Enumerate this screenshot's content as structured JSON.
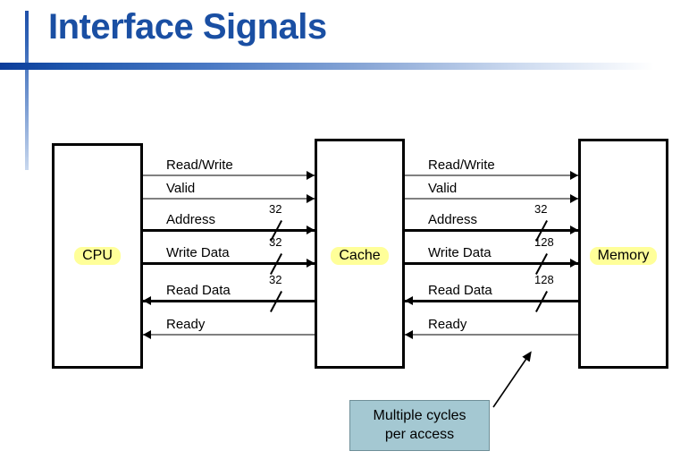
{
  "slide": {
    "title": "Interface Signals",
    "accent_color": "#1a4fa3",
    "highlight_color": "#ffff99"
  },
  "blocks": [
    {
      "id": "cpu",
      "label": "CPU",
      "highlighted": true
    },
    {
      "id": "cache",
      "label": "Cache",
      "highlighted": true
    },
    {
      "id": "memory",
      "label": "Memory",
      "highlighted": true
    }
  ],
  "left_bus": {
    "from": "CPU",
    "to": "Cache",
    "signals": [
      {
        "name": "Read/Write",
        "direction": "right",
        "width": "",
        "weight": "thin"
      },
      {
        "name": "Valid",
        "direction": "right",
        "width": "",
        "weight": "thin"
      },
      {
        "name": "Address",
        "direction": "right",
        "width": "32",
        "weight": "thick"
      },
      {
        "name": "Write Data",
        "direction": "right",
        "width": "32",
        "weight": "thick"
      },
      {
        "name": "Read Data",
        "direction": "left",
        "width": "32",
        "weight": "thick"
      },
      {
        "name": "Ready",
        "direction": "left",
        "width": "",
        "weight": "thin"
      }
    ]
  },
  "right_bus": {
    "from": "Cache",
    "to": "Memory",
    "signals": [
      {
        "name": "Read/Write",
        "direction": "right",
        "width": "",
        "weight": "thin"
      },
      {
        "name": "Valid",
        "direction": "right",
        "width": "",
        "weight": "thin"
      },
      {
        "name": "Address",
        "direction": "right",
        "width": "32",
        "weight": "thick"
      },
      {
        "name": "Write Data",
        "direction": "right",
        "width": "128",
        "weight": "thick"
      },
      {
        "name": "Read Data",
        "direction": "left",
        "width": "128",
        "weight": "thick"
      },
      {
        "name": "Ready",
        "direction": "left",
        "width": "",
        "weight": "thin"
      }
    ]
  },
  "callout": {
    "line1": "Multiple cycles",
    "line2": "per access",
    "fill_color": "#a4c8d2",
    "points_to": "Memory"
  }
}
